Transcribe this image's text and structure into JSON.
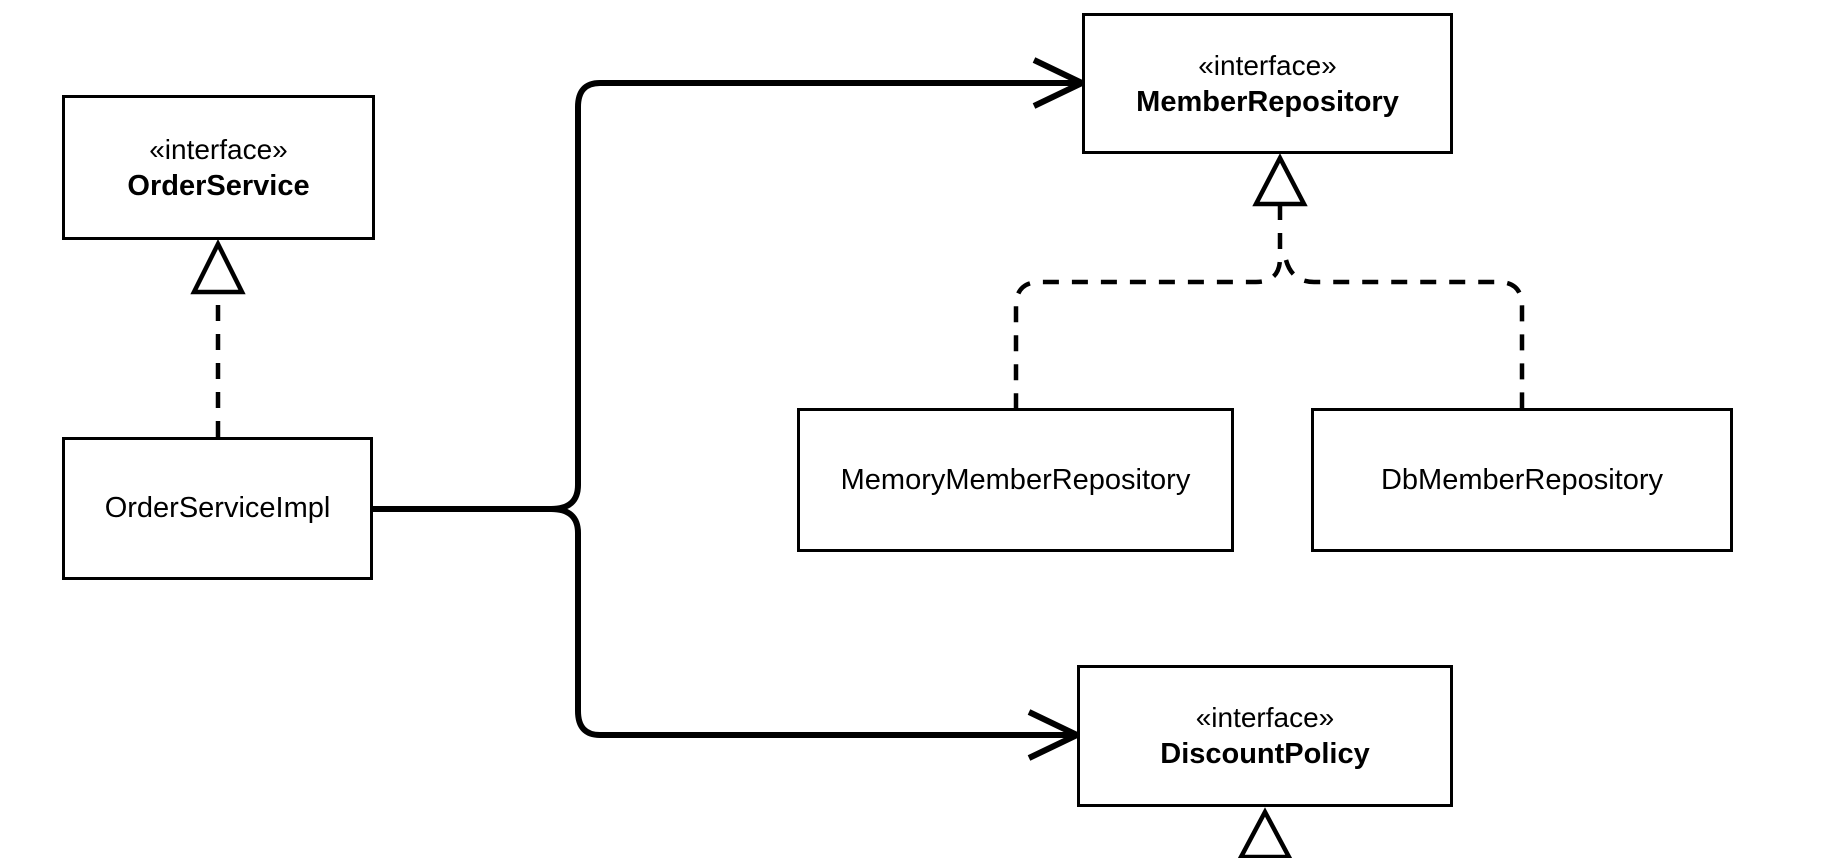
{
  "diagram": {
    "kind": "uml-class-diagram",
    "background_color": "#ffffff",
    "line_color": "#000000",
    "node_fill_color": "#ffffff",
    "nodes": [
      {
        "id": "order-service",
        "stereotype": "«interface»",
        "name": "OrderService",
        "type": "interface"
      },
      {
        "id": "order-service-impl",
        "name": "OrderServiceImpl",
        "type": "class"
      },
      {
        "id": "member-repository",
        "stereotype": "«interface»",
        "name": "MemberRepository",
        "type": "interface"
      },
      {
        "id": "memory-member-repository",
        "name": "MemoryMemberRepository",
        "type": "class"
      },
      {
        "id": "db-member-repository",
        "name": "DbMemberRepository",
        "type": "class"
      },
      {
        "id": "discount-policy",
        "stereotype": "«interface»",
        "name": "DiscountPolicy",
        "type": "interface"
      }
    ],
    "edges": [
      {
        "type": "realization",
        "from": "OrderServiceImpl",
        "to": "OrderService",
        "style": "dashed, hollow triangle at target"
      },
      {
        "type": "realization",
        "from": "MemoryMemberRepository",
        "to": "MemberRepository",
        "style": "dashed, hollow triangle at target"
      },
      {
        "type": "realization",
        "from": "DbMemberRepository",
        "to": "MemberRepository",
        "style": "dashed, hollow triangle at target"
      },
      {
        "type": "dependency",
        "from": "OrderServiceImpl",
        "to": "MemberRepository",
        "style": "solid, open arrowhead at target"
      },
      {
        "type": "dependency",
        "from": "OrderServiceImpl",
        "to": "DiscountPolicy",
        "style": "solid, open arrowhead at target"
      },
      {
        "type": "realization-cropped",
        "from": "(off-canvas below)",
        "to": "DiscountPolicy",
        "style": "hollow triangle at bottom edge of image"
      }
    ]
  }
}
